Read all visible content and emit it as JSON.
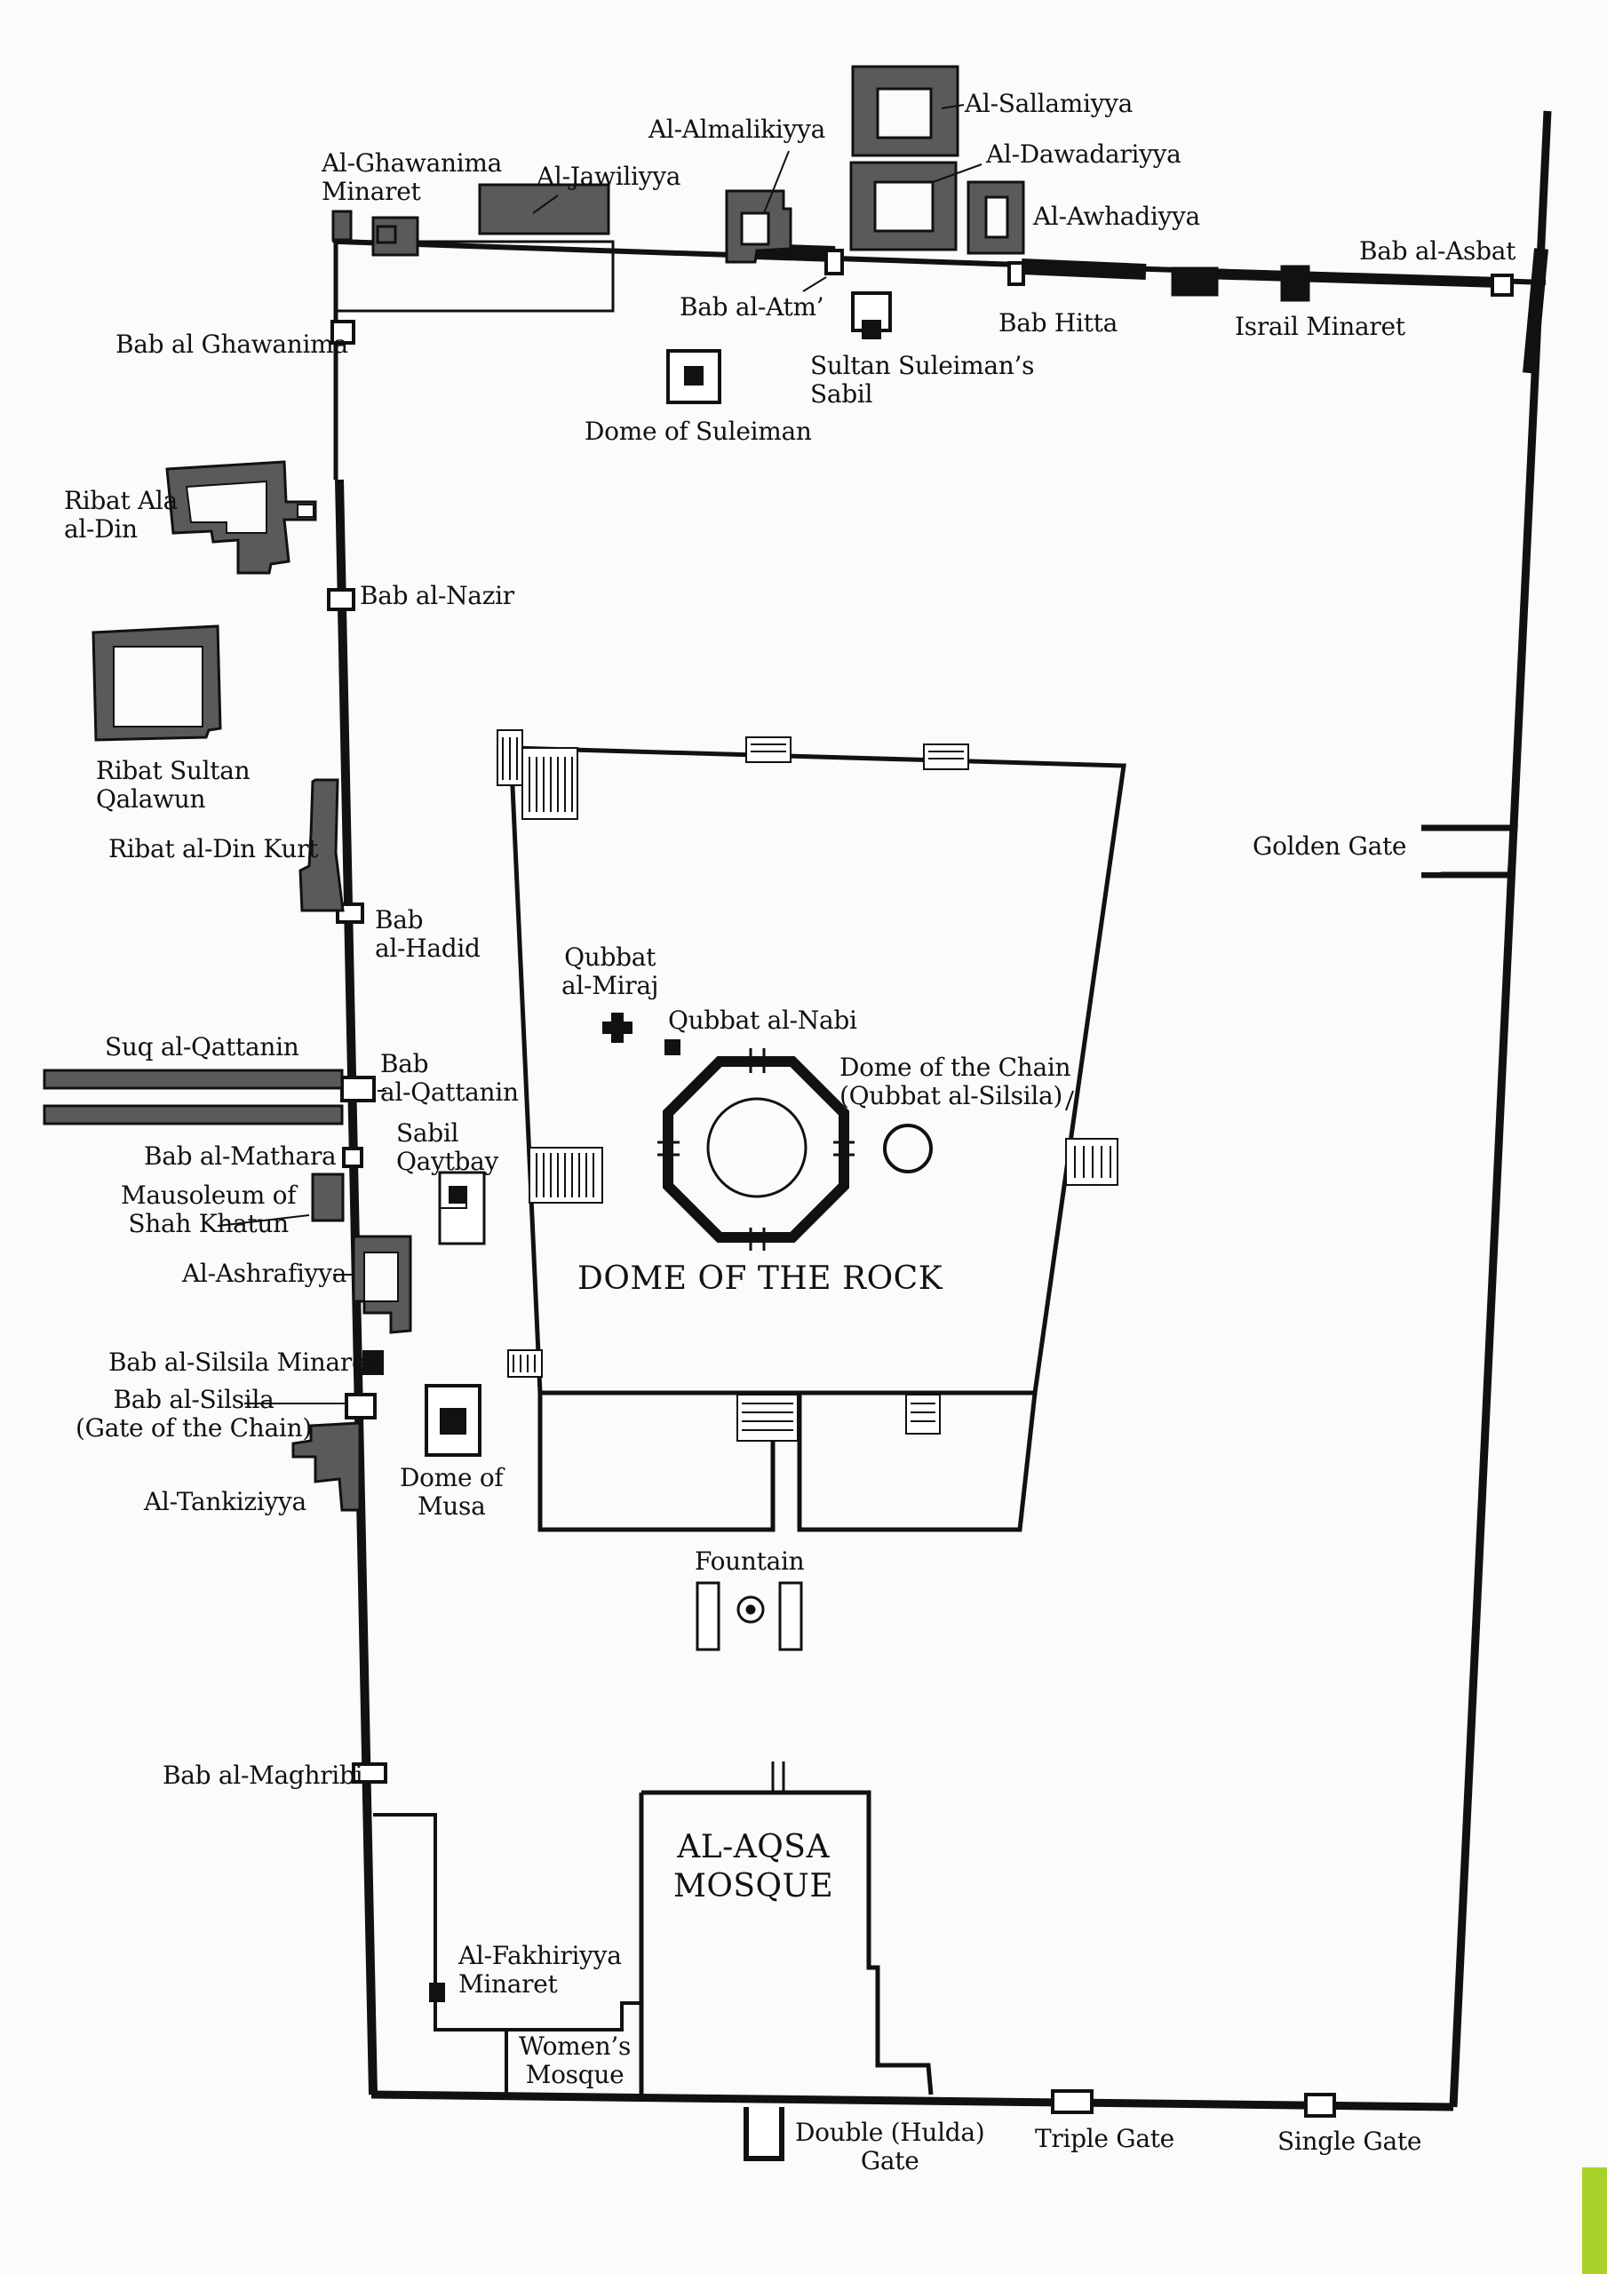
{
  "labels": {
    "al_ghawanima_minaret": [
      "Al-Ghawanima",
      "Minaret"
    ],
    "al_jawiliyya": "Al-Jawiliyya",
    "al_almalikiyya": "Al-Almalikiyya",
    "al_sallamiyya": "Al-Sallamiyya",
    "al_dawadariyya": "Al-Dawadariyya",
    "al_awhadiyya": "Al-Awhadiyya",
    "bab_al_asbat": "Bab al-Asbat",
    "bab_al_atm": "Bab al-Atm’",
    "bab_hitta": "Bab Hitta",
    "israil_minaret": "Israil Minaret",
    "bab_al_ghawanima": "Bab al Ghawanima",
    "sultan_suleimans_sabil": [
      "Sultan Suleiman’s",
      "Sabil"
    ],
    "dome_of_suleiman": "Dome of Suleiman",
    "ribat_ala_al_din": [
      "Ribat Ala",
      "al-Din"
    ],
    "bab_al_nazir": "Bab al-Nazir",
    "ribat_sultan_qalawun": [
      "Ribat Sultan",
      "Qalawun"
    ],
    "ribat_al_din_kurt": "Ribat al-Din Kurt",
    "golden_gate": "Golden Gate",
    "bab_al_hadid": [
      "Bab",
      "al-Hadid"
    ],
    "qubbat_al_miraj": [
      "Qubbat",
      "al-Miraj"
    ],
    "qubbat_al_nabi": "Qubbat al-Nabi",
    "dome_of_the_chain": [
      "Dome of the Chain",
      "(Qubbat al-Silsila)"
    ],
    "suq_al_qattanin": "Suq al-Qattanin",
    "bab_al_qattanin": [
      "Bab",
      "al-Qattanin"
    ],
    "sabil_qaytbay": [
      "Sabil",
      "Qaytbay"
    ],
    "bab_al_mathara": "Bab al-Mathara",
    "mausoleum_of_shah_khatun": [
      "Mausoleum of",
      "Shah Khatun"
    ],
    "al_ashrafiyya": "Al-Ashrafiyya",
    "dome_of_the_rock": "DOME OF THE ROCK",
    "bab_al_silsila_minaret": "Bab al-Silsila Minaret",
    "bab_al_silsila": [
      "Bab al-Silsila",
      "(Gate of the Chain)"
    ],
    "al_tankiziyya": "Al-Tankiziyya",
    "dome_of_musa": [
      "Dome of",
      "Musa"
    ],
    "fountain": "Fountain",
    "bab_al_maghribi": "Bab al-Maghribi",
    "al_aqsa_mosque": [
      "AL-AQSA",
      "MOSQUE"
    ],
    "al_fakhiriyya_minaret": [
      "Al-Fakhiriyya",
      "Minaret"
    ],
    "womens_mosque": [
      "Women’s",
      "Mosque"
    ],
    "double_hulda_gate": [
      "Double (Hulda)",
      "Gate"
    ],
    "triple_gate": "Triple Gate",
    "single_gate": "Single Gate"
  },
  "colors": {
    "ink": "#111111",
    "building_fill": "#5a5a5a",
    "paper": "#fbfbf9"
  }
}
